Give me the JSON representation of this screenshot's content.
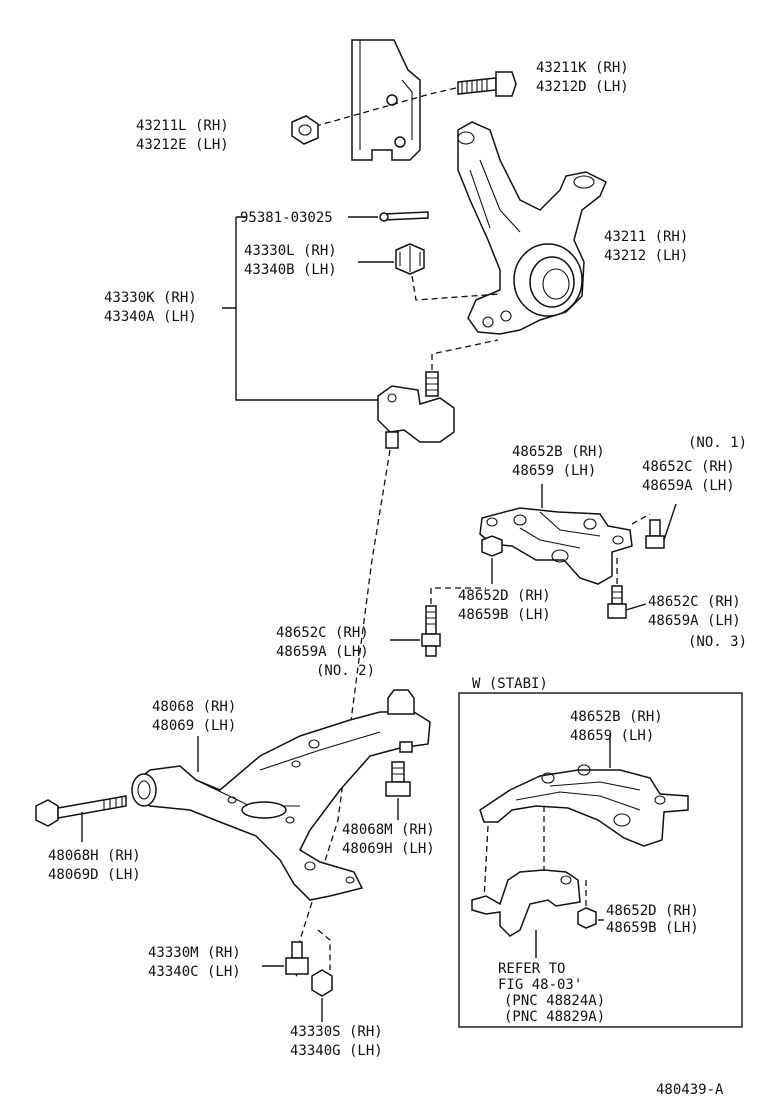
{
  "labels": {
    "knuckle_bolt": [
      "43211K (RH)",
      "43212D (LH)"
    ],
    "knuckle_nut": [
      "43211L (RH)",
      "43212E (LH)"
    ],
    "cotter_pin": "95381-03025",
    "castle_nut": [
      "43330L (RH)",
      "43340B (LH)"
    ],
    "ball_joint": [
      "43330K (RH)",
      "43340A (LH)"
    ],
    "knuckle": [
      "43211 (RH)",
      "43212 (LH)"
    ],
    "bracket_no1_tag": "(NO. 1)",
    "bracket_top": [
      "48652B (RH)",
      "48659  (LH)"
    ],
    "bolt_no1": [
      "48652C (RH)",
      "48659A (LH)"
    ],
    "nut_bracket": [
      "48652D (RH)",
      "48659B (LH)"
    ],
    "bolt_no3": [
      "48652C (RH)",
      "48659A (LH)"
    ],
    "bolt_no3_tag": "(NO. 3)",
    "bolt_no2": [
      "48652C (RH)",
      "48659A (LH)"
    ],
    "bolt_no2_tag": "(NO. 2)",
    "lower_arm": [
      "48068 (RH)",
      "48069 (LH)"
    ],
    "arm_bolt": [
      "48068M (RH)",
      "48069H (LH)"
    ],
    "long_bolt": [
      "48068H (RH)",
      "48069D (LH)"
    ],
    "bj_bolt": [
      "43330M (RH)",
      "43340C (LH)"
    ],
    "bj_nut": [
      "43330S (RH)",
      "43340G (LH)"
    ],
    "fig_number": "480439-A"
  },
  "inset": {
    "title": "W (STABI)",
    "bracket": [
      "48652B (RH)",
      "48659  (LH)"
    ],
    "nut": [
      "48652D (RH)",
      "48659B (LH)"
    ],
    "refer": [
      "REFER TO",
      "FIG 48-03'",
      "(PNC  48824A)",
      "(PNC  48829A)"
    ]
  }
}
